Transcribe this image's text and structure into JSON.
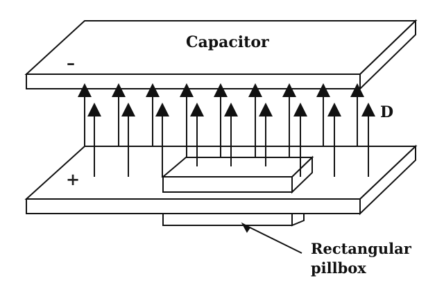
{
  "labels": {
    "title": "Capacitor",
    "field": "D",
    "pillbox_line1": "Rectangular",
    "pillbox_line2": "pillbox"
  },
  "signs": {
    "top": "–",
    "bottom": "+"
  },
  "colors": {
    "stroke": "#111111",
    "fill": "#ffffff"
  }
}
